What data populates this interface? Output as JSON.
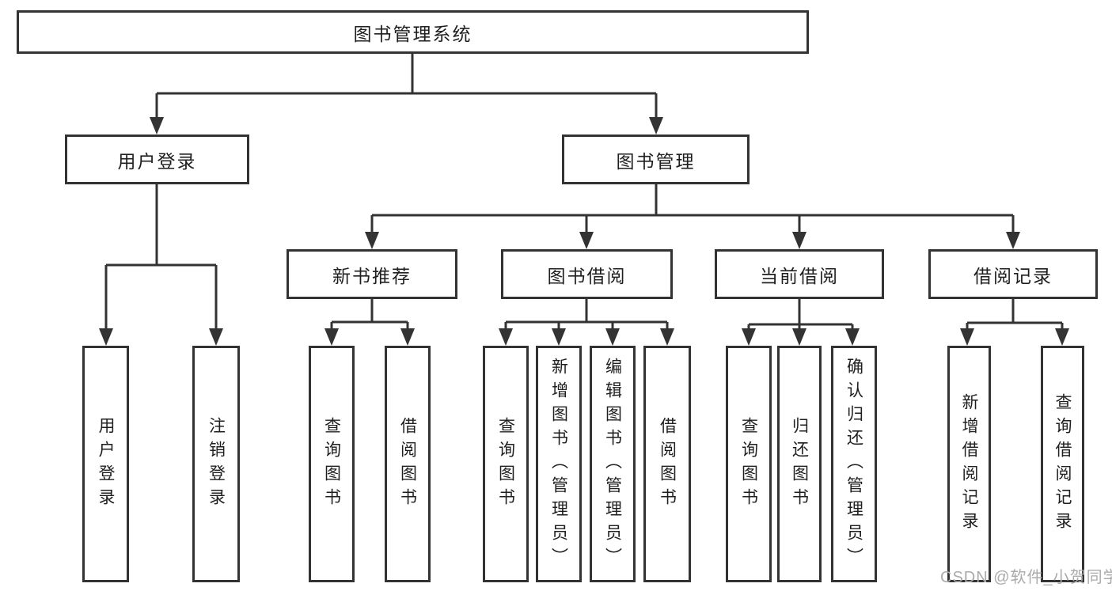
{
  "colors": {
    "line": "#333333",
    "box_border": "#333333",
    "text": "#1f1f1f",
    "watermark": "#ababab",
    "background": "#ffffff"
  },
  "tree": {
    "root": "图书管理系统",
    "children": [
      {
        "label": "用户登录",
        "children": [
          "用户登录",
          "注销登录"
        ]
      },
      {
        "label": "图书管理",
        "children": [
          {
            "label": "新书推荐",
            "children": [
              "查询图书",
              "借阅图书"
            ]
          },
          {
            "label": "图书借阅",
            "children": [
              "查询图书",
              "新增图书（管理员）",
              "编辑图书（管理员）",
              "借阅图书"
            ]
          },
          {
            "label": "当前借阅",
            "children": [
              "查询图书",
              "归还图书",
              "确认归还（管理员）"
            ]
          },
          {
            "label": "借阅记录",
            "children": [
              "新增借阅记录",
              "查询借阅记录"
            ]
          }
        ]
      }
    ]
  },
  "watermark": {
    "text": "CSDN @软件_小贺同学"
  }
}
